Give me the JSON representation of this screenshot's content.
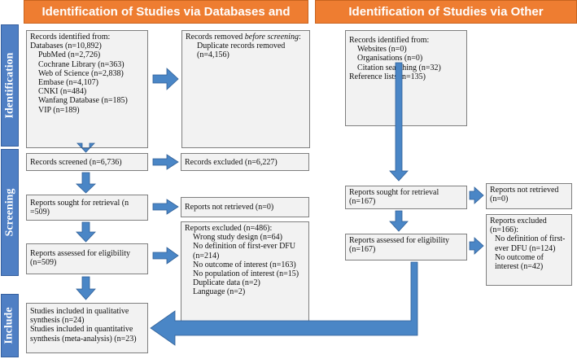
{
  "headers": {
    "left": "Identification of Studies via Databases and",
    "right": "Identification of Studies via Other"
  },
  "phases": {
    "identification": "Identification",
    "screening": "Screening",
    "include": "Include"
  },
  "left_column": {
    "records_identified": {
      "title": "Records identified from:",
      "databases": "Databases (n=10,892)",
      "items": [
        "PubMed (n=2,726)",
        "Cochrane Library (n=363)",
        "Web of Science (n=2,838)",
        "Embase (n=4,107)",
        "CNKI (n=484)",
        "Wanfang Database (n=185)",
        "VIP (n=189)"
      ]
    },
    "records_removed": {
      "prefix": "Records removed ",
      "italic": "before screening",
      "suffix": ":",
      "detail": "Duplicate records removed (n=4,156)"
    },
    "records_screened": "Records screened (n=6,736)",
    "records_excluded": "Records excluded (n=6,227)",
    "reports_sought": "Reports sought for retrieval (n =509)",
    "reports_not_retrieved": "Reports not retrieved (n=0)",
    "reports_assessed": "Reports assessed for eligibility (n=509)",
    "reports_excluded": {
      "title": "Reports excluded (n=486):",
      "items": [
        "Wrong study design (n=64)",
        "No definition of first-ever DFU (n=214)",
        "No outcome of interest (n=163)",
        "No population of interest (n=15)",
        "Duplicate data (n=2)",
        "Language (n=2)"
      ]
    },
    "studies_included": {
      "line1": "Studies included in qualitative synthesis (n=24)",
      "line2": "Studies included in quantitative synthesis (meta-analysis) (n=23)"
    }
  },
  "right_column": {
    "records_identified": {
      "title": "Records identified from:",
      "items": [
        "Websites (n=0)",
        "Organisations (n=0)",
        "Citation searching (n=32)"
      ],
      "extra": "Reference lists (n=135)"
    },
    "reports_sought": "Reports sought for retrieval (n=167)",
    "reports_not_retrieved": "Reports not retrieved (n=0)",
    "reports_assessed": "Reports assessed for eligibility (n=167)",
    "reports_excluded": {
      "title": "Reports excluded (n=166):",
      "items": [
        "No definition of first-ever DFU (n=124)",
        "No outcome of interest (n=42)"
      ]
    }
  },
  "colors": {
    "header": "#ee7d31",
    "phase": "#4f7fc4",
    "arrow": "#4a86c6",
    "box": "#f2f2f2"
  }
}
